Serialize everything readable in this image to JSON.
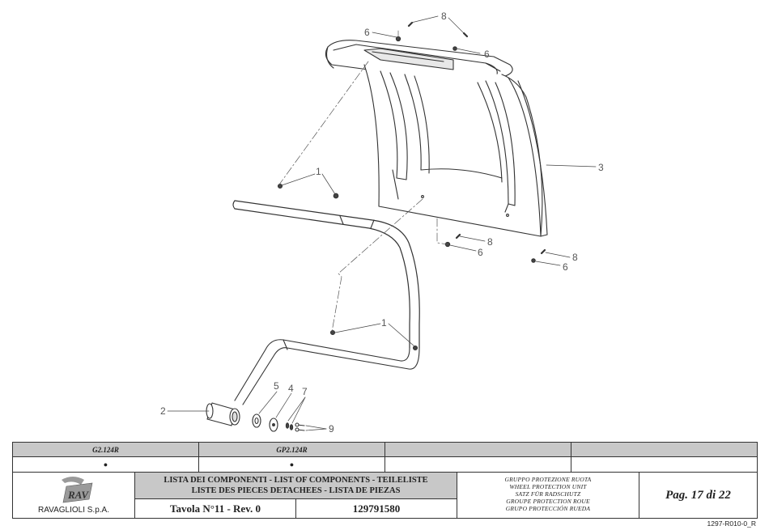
{
  "drawing": {
    "callouts": {
      "c8_top": "8",
      "c6_topleft": "6",
      "c6_topright": "6",
      "c3": "3",
      "c1_upper": "1",
      "c8_mid": "8",
      "c6_mid": "6",
      "c8_right": "8",
      "c6_right": "6",
      "c1_lower": "1",
      "c2": "2",
      "c5": "5",
      "c4": "4",
      "c7": "7",
      "c9": "9"
    }
  },
  "models": {
    "headers": [
      "G2.124R",
      "GP2.124R",
      "",
      ""
    ],
    "marks": [
      "●",
      "●",
      "",
      ""
    ]
  },
  "title_block": {
    "company": "RAVAGLIOLI S.p.A.",
    "logo_text": "RAV",
    "components_title_line1": "LISTA DEI COMPONENTI - LIST OF COMPONENTS - TEILELISTE",
    "components_title_line2": "LISTE DES PIECES DETACHEES - LISTA DE PIEZAS",
    "tavola": "Tavola N°11 - Rev. 0",
    "code": "129791580",
    "group_lines": [
      "GRUPPO PROTEZIONE RUOTA",
      "WHEEL PROTECTION UNIT",
      "SATZ FÜR RADSCHUTZ",
      "GROUPE PROTECTION ROUE",
      "GRUPO PROTECCIÓN RUEDA"
    ],
    "page": "Pag. 17 di 22",
    "doc_ref": "1297-R010-0_R"
  }
}
